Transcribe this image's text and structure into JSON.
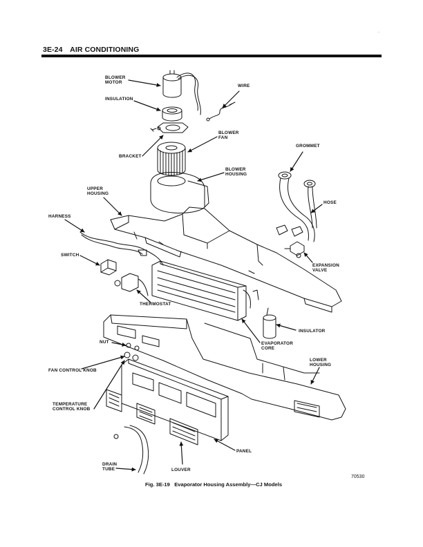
{
  "header": {
    "section": "3E-24",
    "title": "AIR CONDITIONING"
  },
  "figure_number": "70530",
  "caption": "Fig. 3E-19   Evaporator Housing Assembly—CJ Models",
  "margin_mark": "·",
  "labels": {
    "blower_motor": "BLOWER\nMOTOR",
    "wire": "WIRE",
    "insulation": "INSULATION",
    "blower_fan": "BLOWER\nFAN",
    "bracket": "BRACKET",
    "grommet": "GROMMET",
    "blower_housing": "BLOWER\nHOUSING",
    "upper_housing": "UPPER\nHOUSING",
    "hose": "HOSE",
    "harness": "HARNESS",
    "switch": "SWITCH",
    "expansion_valve": "EXPANSION\nVALVE",
    "thermostat": "THERMOSTAT",
    "insulator": "INSULATOR",
    "nut": "NUT",
    "evaporator_core": "EVAPORATOR\nCORE",
    "lower_housing": "LOWER\nHOUSING",
    "fan_control_knob": "FAN CONTROL KNOB",
    "temperature_control_knob": "TEMPERATURE\nCONTROL KNOB",
    "panel": "PANEL",
    "drain_tube": "DRAIN\nTUBE",
    "louver": "LOUVER"
  }
}
